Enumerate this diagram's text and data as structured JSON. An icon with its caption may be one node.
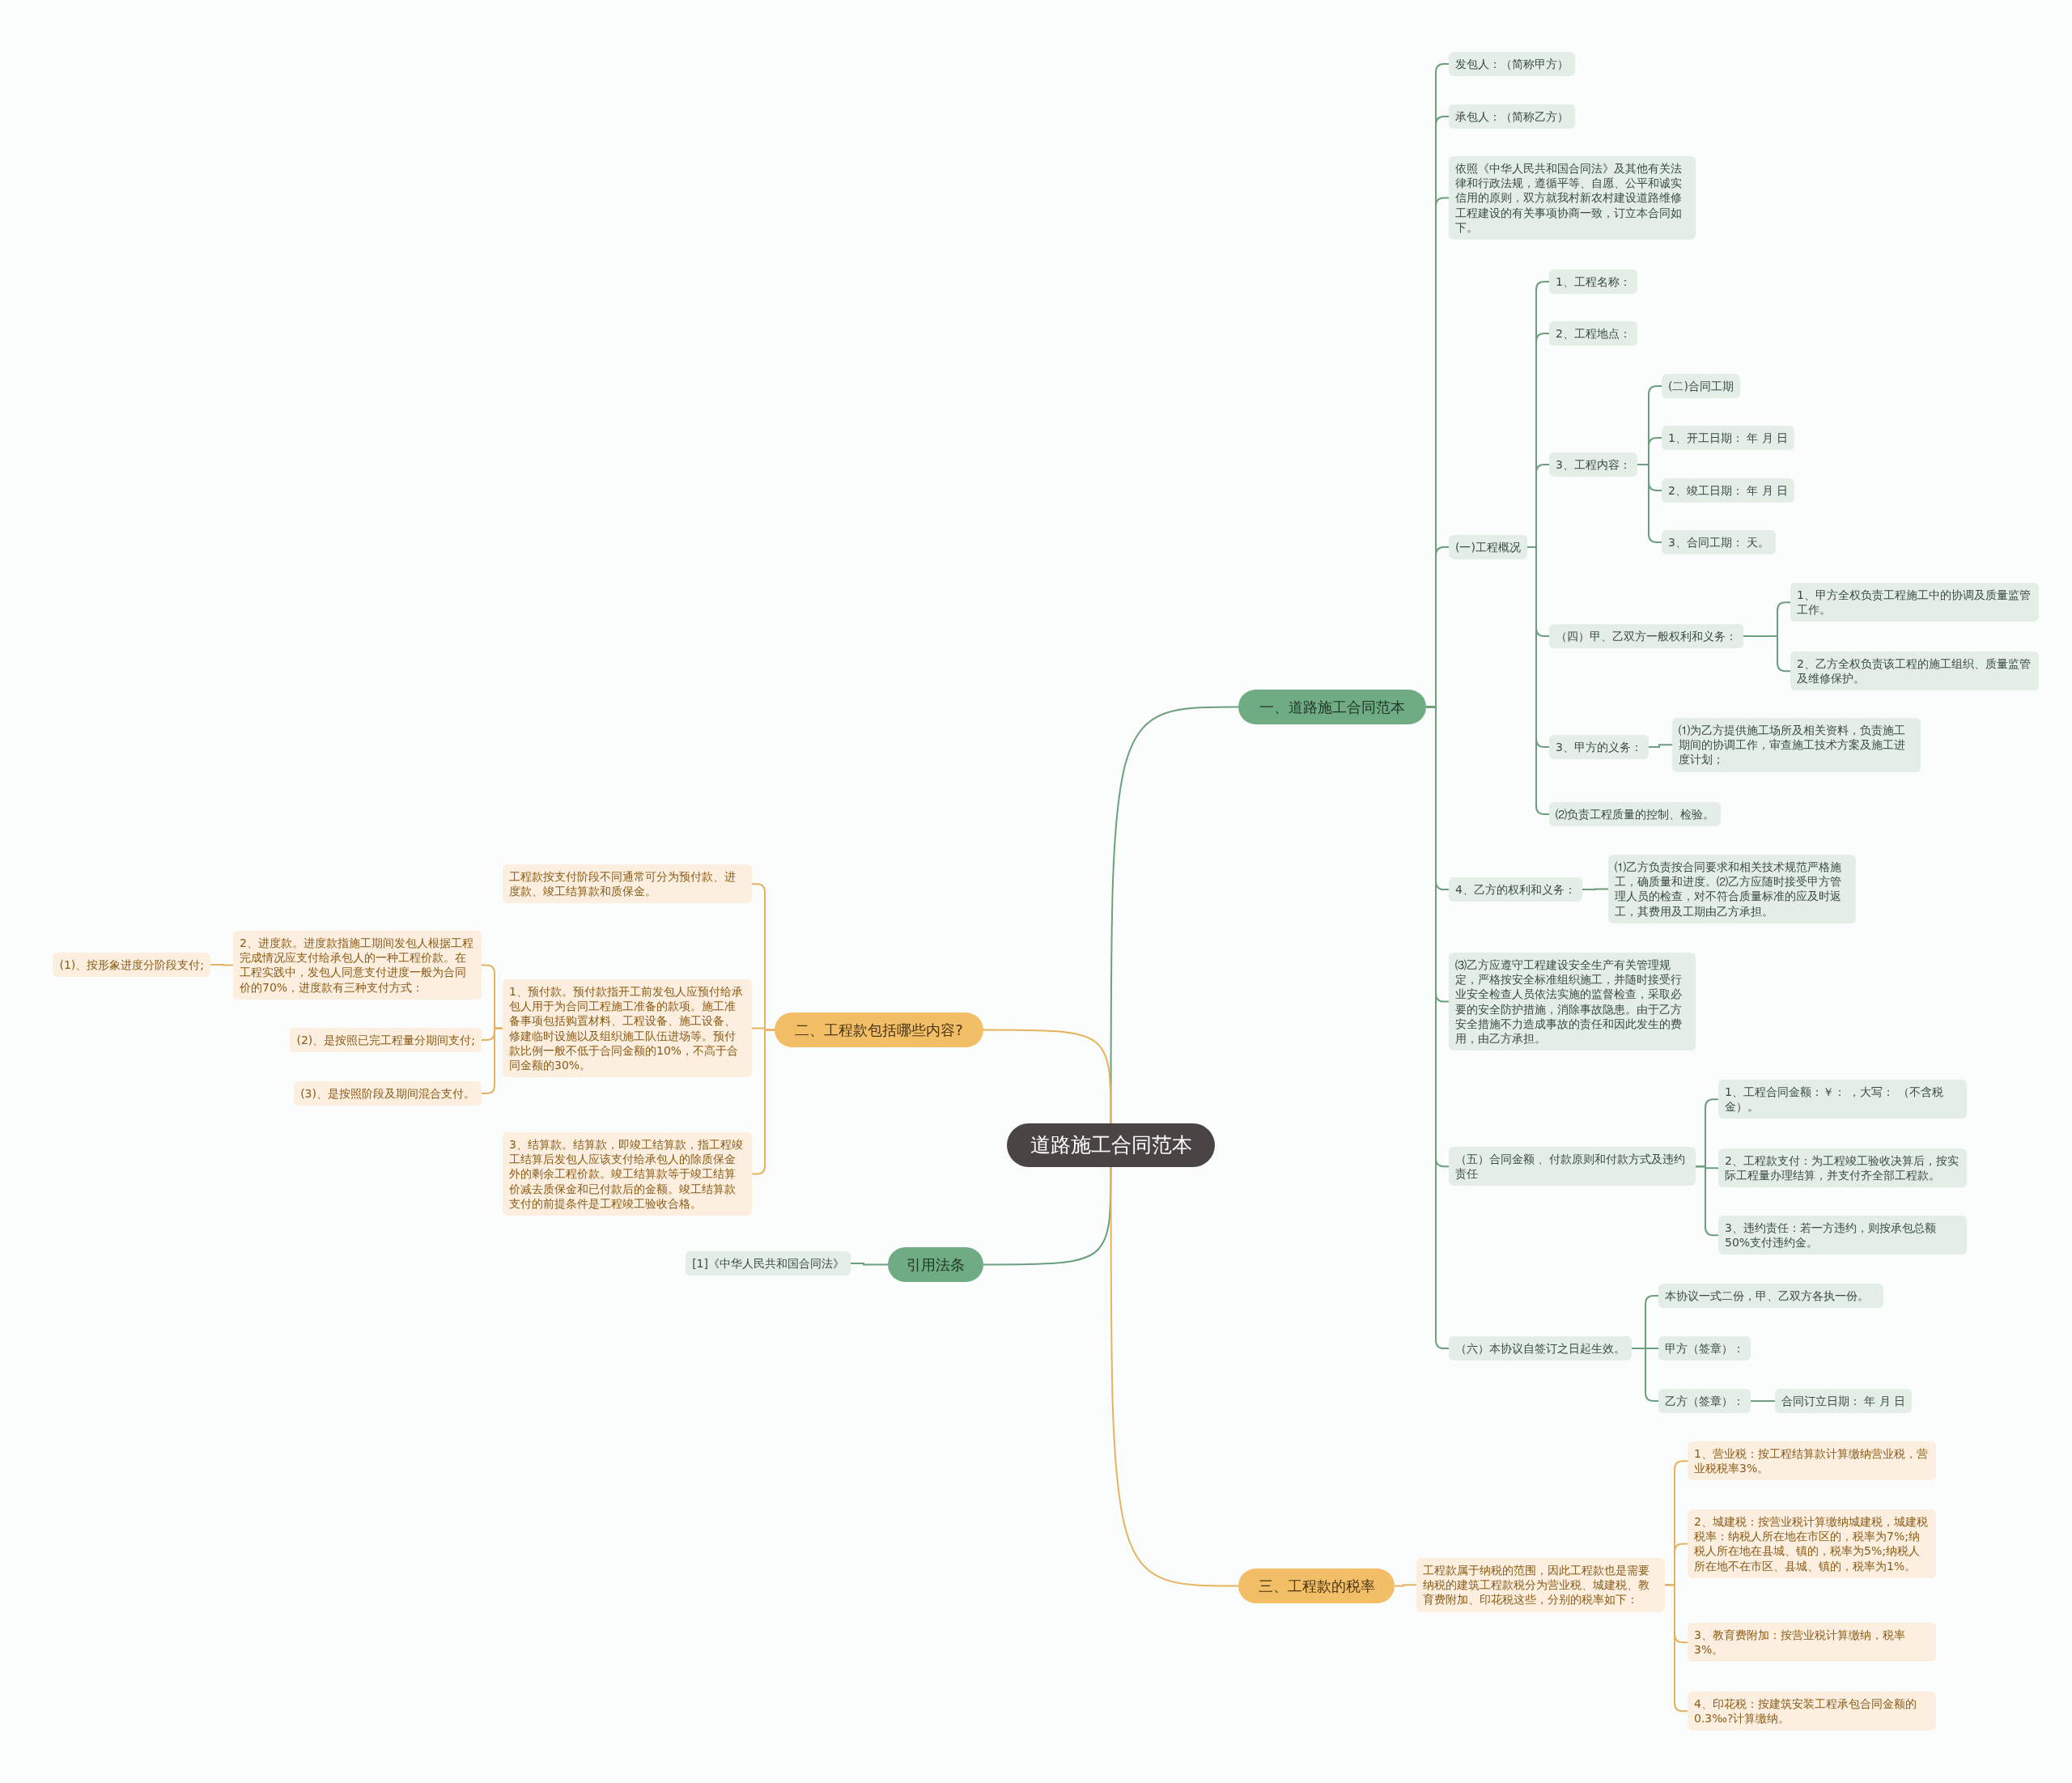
{
  "diagram": {
    "nodes": [
      {
        "text": [
          "道路施工合同范本"
        ]
      },
      {
        "text": [
          "一、道路施工合同范本"
        ]
      },
      {
        "text": [
          "发包人：（简称甲方）"
        ]
      },
      {
        "text": [
          "承包人：（简称乙方）"
        ]
      },
      {
        "text": [
          "依照《中华人民共和国合同法》及其他有关法律和行政法规，遵循平等、自愿、公平和诚实信用的原则，双方就我村新农村建设道路维修工程建设的有关事项协商一致，订立本合同如下。"
        ]
      },
      {
        "text": [
          "(一)工程概况"
        ]
      },
      {
        "text": [
          "1、工程名称："
        ]
      },
      {
        "text": [
          "2、工程地点："
        ]
      },
      {
        "text": [
          "3、工程内容："
        ]
      },
      {
        "text": [
          "(二)合同工期"
        ]
      },
      {
        "text": [
          "1、开工日期： 年 月 日"
        ]
      },
      {
        "text": [
          "2、竣工日期： 年 月 日"
        ]
      },
      {
        "text": [
          "3、合同工期： 天。"
        ]
      },
      {
        "text": [
          "（四）甲、乙双方一般权利和义务："
        ]
      },
      {
        "text": [
          "1、甲方全权负责工程施工中的协调及质量监管工作。"
        ]
      },
      {
        "text": [
          "2、乙方全权负责该工程的施工组织、质量监管及维修保护。"
        ]
      },
      {
        "text": [
          "3、甲方的义务："
        ]
      },
      {
        "text": [
          "⑴为乙方提供施工场所及相关资料，负责施工期间的协调工作，审查施工技术方案及施工进度计划；"
        ]
      },
      {
        "text": [
          "⑵负责工程质量的控制、检验。"
        ]
      },
      {
        "text": [
          "4、乙方的权利和义务："
        ]
      },
      {
        "text": [
          "⑴乙方负责按合同要求和相关技术规范严格施工，确质量和进度。⑵乙方应随时接受甲方管理人员的检查，对不符合质量标准的应及时返工，其费用及工期由乙方承担。"
        ]
      },
      {
        "text": [
          "⑶乙方应遵守工程建设安全生产有关管理规定，严格按安全标准组织施工，并随时接受行业安全检查人员依法实施的监督检查，采取必要的安全防护措施，消除事故隐患。由于乙方安全措施不力造成事故的责任和因此发生的费用，由乙方承担。"
        ]
      },
      {
        "text": [
          "（五）合同金额 、付款原则和付款方式及违约责任"
        ]
      },
      {
        "text": [
          "1、工程合同金额：￥： ，大写： （不含税金）。"
        ]
      },
      {
        "text": [
          "2、工程款支付：为工程竣工验收决算后，按实际工程量办理结算，并支付齐全部工程款。"
        ]
      },
      {
        "text": [
          "3、违约责任：若一方违约，则按承包总额50%支付违约金。"
        ]
      },
      {
        "text": [
          "（六）本协议自签订之日起生效。"
        ]
      },
      {
        "text": [
          "本协议一式二份，甲、乙双方各执一份。"
        ]
      },
      {
        "text": [
          "甲方（签章）："
        ]
      },
      {
        "text": [
          "乙方（签章）："
        ]
      },
      {
        "text": [
          "合同订立日期： 年 月 日"
        ]
      },
      {
        "text": [
          "二、工程款包括哪些内容?"
        ]
      },
      {
        "text": [
          "工程款按支付阶段不同通常可分为预付款、进度款、竣工结算款和质保金。"
        ]
      },
      {
        "text": [
          "1、预付款。预付款指开工前发包人应预付给承包人用于为合同工程施工准备的款项。施工准备事项包括购置材料、工程设备、施工设备、修建临时设施以及组织施工队伍进场等。预付款比例一般不低于合同金额的10%，不高于合同金额的30%。"
        ]
      },
      {
        "text": [
          "2、进度款。进度款指施工期间发包人根据工程完成情况应支付给承包人的一种工程价款。在工程实践中，发包人同意支付进度一般为合同价的70%，进度款有三种支付方式："
        ]
      },
      {
        "text": [
          "(1)、按形象进度分阶段支付;"
        ]
      },
      {
        "text": [
          "(2)、是按照已完工程量分期间支付;"
        ]
      },
      {
        "text": [
          "(3)、是按照阶段及期间混合支付。"
        ]
      },
      {
        "text": [
          "3、结算款。结算款，即竣工结算款，指工程竣工结算后发包人应该支付给承包人的除质保金外的剩余工程价款。竣工结算款等于竣工结算价减去质保金和已付款后的金额。竣工结算款支付的前提条件是工程竣工验收合格。"
        ]
      },
      {
        "text": [
          "引用法条"
        ]
      },
      {
        "text": [
          "[1]《中华人民共和国合同法》"
        ]
      },
      {
        "text": [
          "三、工程款的税率"
        ]
      },
      {
        "text": [
          "工程款属于纳税的范围，因此工程款也是需要纳税的建筑工程款税分为营业税、城建税、教育费附加、印花税这些，分别的税率如下："
        ]
      },
      {
        "text": [
          "1、营业税：按工程结算款计算缴纳营业税，营业税税率3%。"
        ]
      },
      {
        "text": [
          "2、城建税：按营业税计算缴纳城建税，城建税税率：纳税人所在地在市区的，税率为7%;纳税人所在地在县城、镇的，税率为5%;纳税人所在地不在市区、县城、镇的，税率为1%。"
        ]
      },
      {
        "text": [
          "3、教育费附加：按营业税计算缴纳，税率3%。"
        ]
      },
      {
        "text": [
          "4、印花税：按建筑安装工程承包合同金额的0.3‰?计算缴纳。"
        ]
      }
    ],
    "edges": [
      {
        "from": 0,
        "to": 1,
        "arrow": "none"
      },
      {
        "from": 1,
        "to": 2,
        "arrow": "none"
      },
      {
        "from": 1,
        "to": 3,
        "arrow": "none"
      },
      {
        "from": 1,
        "to": 4,
        "arrow": "none"
      },
      {
        "from": 1,
        "to": 5,
        "arrow": "none"
      },
      {
        "from": 5,
        "to": 6,
        "arrow": "none"
      },
      {
        "from": 5,
        "to": 7,
        "arrow": "none"
      },
      {
        "from": 5,
        "to": 8,
        "arrow": "none"
      },
      {
        "from": 8,
        "to": 9,
        "arrow": "none"
      },
      {
        "from": 8,
        "to": 10,
        "arrow": "none"
      },
      {
        "from": 8,
        "to": 11,
        "arrow": "none"
      },
      {
        "from": 8,
        "to": 12,
        "arrow": "none"
      },
      {
        "from": 5,
        "to": 13,
        "arrow": "none"
      },
      {
        "from": 13,
        "to": 14,
        "arrow": "none"
      },
      {
        "from": 13,
        "to": 15,
        "arrow": "none"
      },
      {
        "from": 5,
        "to": 16,
        "arrow": "none"
      },
      {
        "from": 16,
        "to": 17,
        "arrow": "none"
      },
      {
        "from": 5,
        "to": 18,
        "arrow": "none"
      },
      {
        "from": 1,
        "to": 19,
        "arrow": "none"
      },
      {
        "from": 19,
        "to": 20,
        "arrow": "none"
      },
      {
        "from": 1,
        "to": 21,
        "arrow": "none"
      },
      {
        "from": 1,
        "to": 22,
        "arrow": "none"
      },
      {
        "from": 22,
        "to": 23,
        "arrow": "none"
      },
      {
        "from": 22,
        "to": 24,
        "arrow": "none"
      },
      {
        "from": 22,
        "to": 25,
        "arrow": "none"
      },
      {
        "from": 1,
        "to": 26,
        "arrow": "none"
      },
      {
        "from": 26,
        "to": 27,
        "arrow": "none"
      },
      {
        "from": 26,
        "to": 28,
        "arrow": "none"
      },
      {
        "from": 26,
        "to": 29,
        "arrow": "none"
      },
      {
        "from": 29,
        "to": 30,
        "arrow": "none"
      },
      {
        "from": 0,
        "to": 31,
        "arrow": "none",
        "color": "#e6b25e"
      },
      {
        "from": 31,
        "to": 32,
        "arrow": "none",
        "color": "#e6b25e"
      },
      {
        "from": 31,
        "to": 33,
        "arrow": "none",
        "color": "#e6b25e"
      },
      {
        "from": 33,
        "to": 34,
        "arrow": "none",
        "color": "#e6b25e"
      },
      {
        "from": 34,
        "to": 35,
        "arrow": "none",
        "color": "#e6b25e"
      },
      {
        "from": 33,
        "to": 36,
        "arrow": "none",
        "color": "#e6b25e"
      },
      {
        "from": 33,
        "to": 37,
        "arrow": "none",
        "color": "#e6b25e"
      },
      {
        "from": 31,
        "to": 38,
        "arrow": "none",
        "color": "#e6b25e"
      },
      {
        "from": 0,
        "to": 39,
        "arrow": "none"
      },
      {
        "from": 39,
        "to": 40,
        "arrow": "none"
      },
      {
        "from": 0,
        "to": 41,
        "arrow": "none",
        "color": "#e6b25e"
      },
      {
        "from": 41,
        "to": 42,
        "arrow": "none",
        "color": "#e6b25e"
      },
      {
        "from": 42,
        "to": 43,
        "arrow": "none",
        "color": "#e6b25e"
      },
      {
        "from": 42,
        "to": 44,
        "arrow": "none",
        "color": "#e6b25e"
      },
      {
        "from": 42,
        "to": 45,
        "arrow": "none",
        "color": "#e6b25e"
      },
      {
        "from": 42,
        "to": 46,
        "arrow": "none",
        "color": "#e6b25e"
      }
    ]
  }
}
